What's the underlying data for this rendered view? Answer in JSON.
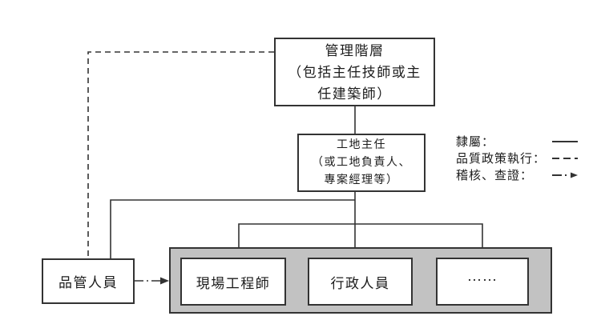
{
  "nodes": {
    "management": {
      "lines": [
        "管理階層",
        "（包括主任技師或主",
        "任建築師）"
      ]
    },
    "site_director": {
      "lines": [
        "工地主任",
        "（或工地負責人、",
        "專案經理等）"
      ]
    },
    "qc_staff": {
      "label": "品管人員"
    },
    "field_engineer": {
      "label": "現場工程師"
    },
    "admin_staff": {
      "label": "行政人員"
    },
    "others": {
      "label": "……"
    }
  },
  "legend": {
    "items": [
      {
        "label": "隸屬：",
        "style": "solid"
      },
      {
        "label": "品質政策執行：",
        "style": "dashed"
      },
      {
        "label": "稽核、查證：",
        "style": "dash-dot-arrow"
      }
    ]
  },
  "colors": {
    "line": "#333333",
    "box_fill": "#ffffff",
    "container_fill": "#c2c2c2",
    "background": "#ffffff"
  }
}
